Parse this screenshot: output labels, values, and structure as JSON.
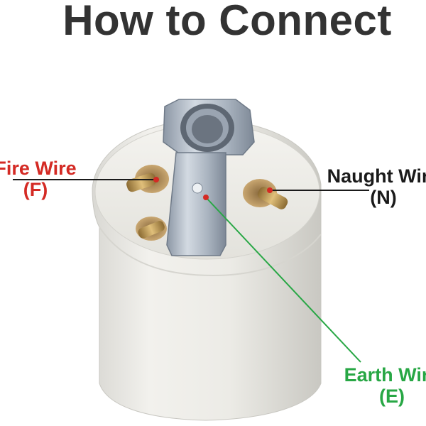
{
  "title": "How to Connect",
  "labels": {
    "fire": {
      "name": "Fire Wire",
      "code": "(F)"
    },
    "naught": {
      "name": "Naught Wire",
      "code": "(N)"
    },
    "earth": {
      "name": "Earth Wire",
      "code": "(E)"
    }
  },
  "colors": {
    "title": "#333333",
    "fire": "#d42a24",
    "naught": "#1a1a1a",
    "earth": "#28a745",
    "ceramic": "#ecebe6",
    "metal": "#aab4c0",
    "screw": "#b8904a"
  }
}
